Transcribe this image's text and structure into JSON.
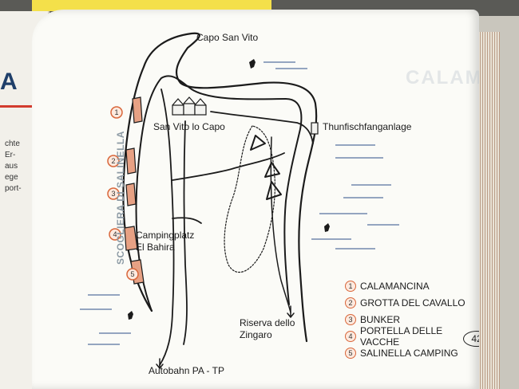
{
  "left_page": {
    "big_letter": "A",
    "side_text": "chte\nEr-\naus\nege\nport-"
  },
  "map": {
    "labels": {
      "capo_san_vito": "Capo San Vito",
      "san_vito_lo_capo": "San Vito lo Capo",
      "thunfischfanganlage": "Thunfischfanganlage",
      "scogliera_di_salinella": "SCOGLIERA DI SALINELLA",
      "campingplatz": "Campingplatz",
      "el_bahira": "El Bahira",
      "riserva": "Riserva dello",
      "zingaro": "Zingaro",
      "autobahn": "Autobahn PA - TP"
    },
    "markers": [
      "1",
      "2",
      "3",
      "4",
      "5"
    ],
    "legend": [
      {
        "num": "1",
        "label": "CALAMANCINA"
      },
      {
        "num": "2",
        "label": "GROTTA DEL CAVALLO"
      },
      {
        "num": "3",
        "label": "BUNKER"
      },
      {
        "num": "4",
        "label": "PORTELLA DELLE VACCHE"
      },
      {
        "num": "5",
        "label": "SALINELLA CAMPING"
      }
    ],
    "page_number": "42",
    "colors": {
      "marker_stroke": "#d9663a",
      "marker_fill": "#fdeadf",
      "line": "#1b1b1b",
      "water": "#2e4f8a"
    }
  }
}
